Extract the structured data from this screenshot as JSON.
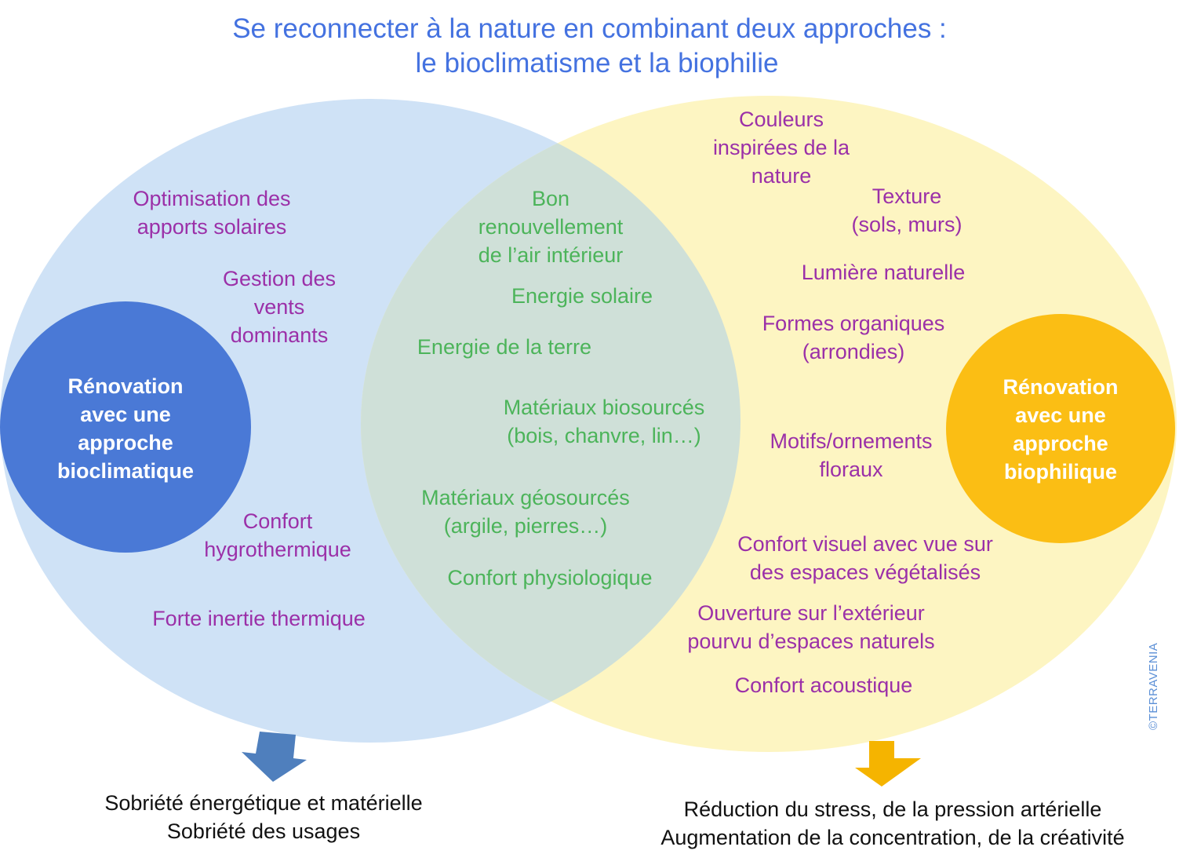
{
  "title": {
    "line1": "Se reconnecter à la nature en combinant deux approches :",
    "line2": "le bioclimatisme et la biophilie"
  },
  "left": {
    "center_label": "Rénovation\navec une\napproche\nbioclimatique",
    "items": [
      "Optimisation des\napports solaires",
      "Gestion des\nvents\ndominants",
      "Confort\nhygrothermique",
      "Forte inertie thermique"
    ],
    "outcome": "Sobriété énergétique et matérielle\nSobriété des usages"
  },
  "shared": {
    "items": [
      "Bon\nrenouvellement\nde l’air intérieur",
      "Energie solaire",
      "Energie de la terre",
      "Matériaux biosourcés\n(bois, chanvre, lin…)",
      "Matériaux géosourcés\n(argile, pierres…)",
      "Confort physiologique"
    ]
  },
  "right": {
    "center_label": "Rénovation\navec une\napproche\nbiophilique",
    "items": [
      "Couleurs\ninspirées de la\nnature",
      "Texture\n(sols, murs)",
      "Lumière naturelle",
      "Formes organiques\n(arrondies)",
      "Motifs/ornements\nfloraux",
      "Confort visuel avec vue sur\ndes espaces végétalisés",
      "Ouverture sur l’extérieur\npourvu d’espaces naturels",
      "Confort acoustique"
    ],
    "outcome": "Réduction du stress, de la pression artérielle\nAugmentation de la concentration, de la créativité"
  },
  "watermark": "©TERRAVENIA",
  "colors": {
    "left_ellipse": "#cfe2f6",
    "right_ellipse": "#fdf5c2",
    "overlap": "#cfe0d8",
    "left_circle": "#4a79d6",
    "right_circle": "#fbbe14",
    "left_arrow": "#4f7fbd",
    "right_arrow": "#f5b400",
    "title": "#4472e0",
    "item_text": "#9b30a8",
    "shared_text": "#4cb45a"
  }
}
